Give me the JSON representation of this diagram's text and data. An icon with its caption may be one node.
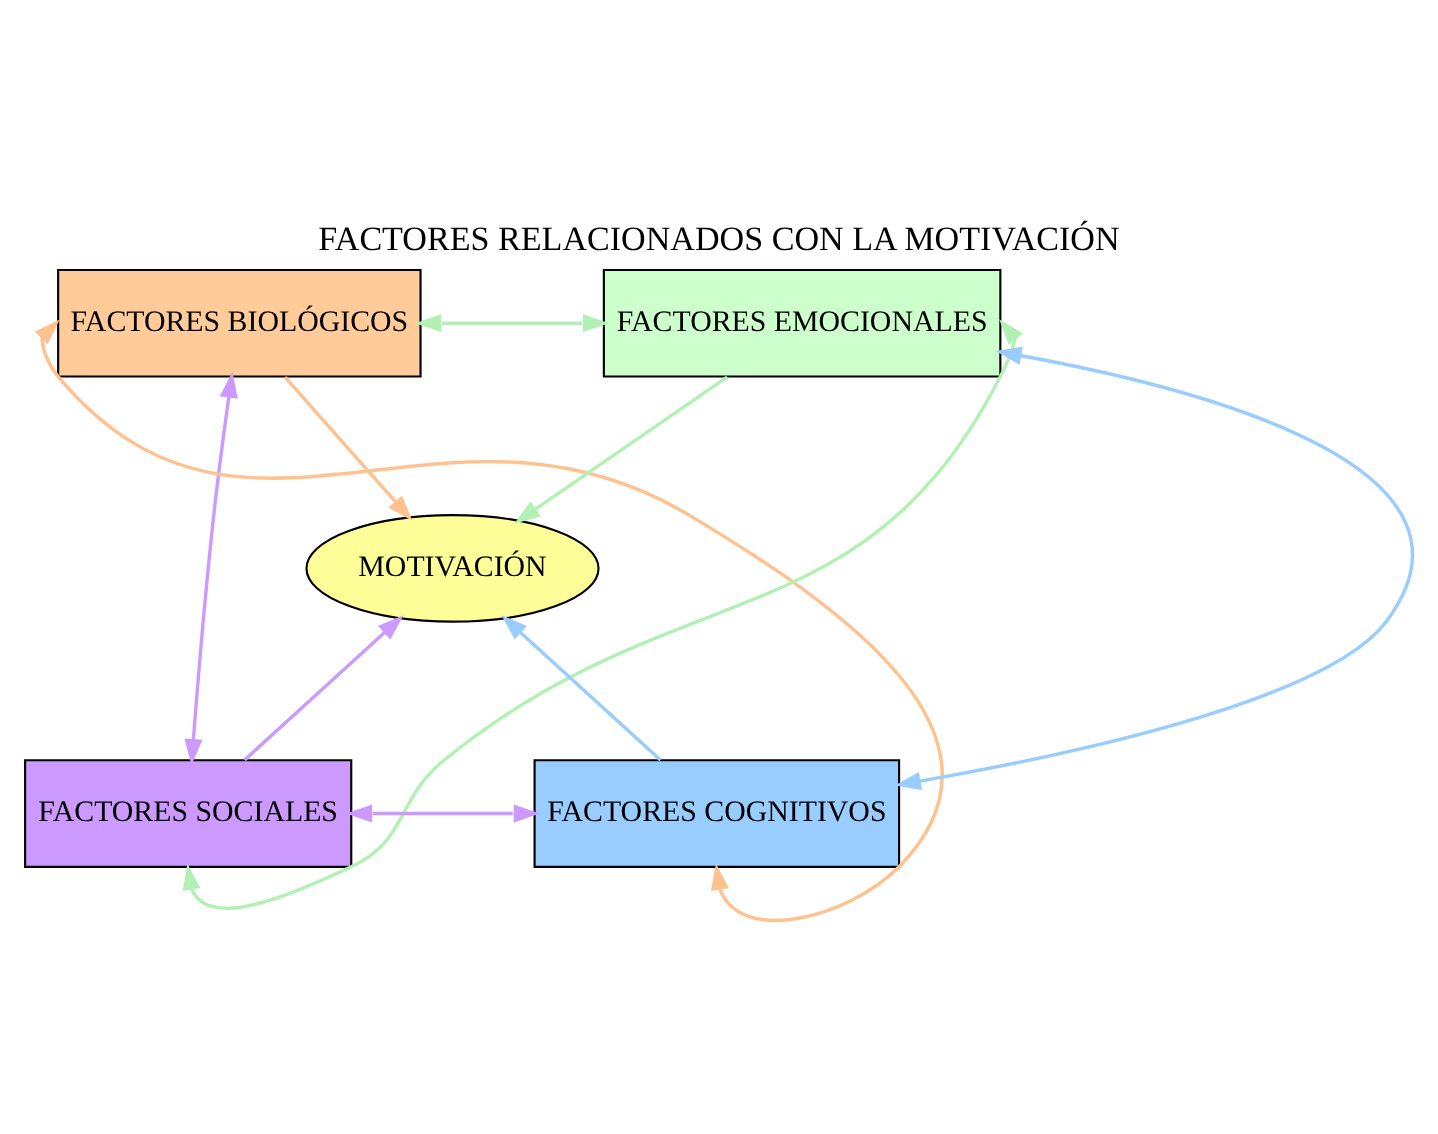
{
  "diagram": {
    "title": "FACTORES RELACIONADOS CON LA MOTIVACIÓN",
    "nodes": [
      {
        "text": [
          "FACTORES BIOLÓGICOS"
        ]
      },
      {
        "text": [
          "FACTORES EMOCIONALES"
        ]
      },
      {
        "text": [
          "MOTIVACIÓN"
        ]
      },
      {
        "text": [
          "FACTORES SOCIALES"
        ]
      },
      {
        "text": [
          "FACTORES COGNITIVOS"
        ]
      }
    ],
    "edges": [
      {
        "from": 0,
        "to": 1,
        "arrow": "both",
        "color": "#b3f0b3"
      },
      {
        "from": 0,
        "to": 2,
        "arrow": "to",
        "color": "#ffc28f"
      },
      {
        "from": 1,
        "to": 2,
        "arrow": "to",
        "color": "#b3f0b3"
      },
      {
        "from": 0,
        "to": 3,
        "arrow": "both",
        "color": "#cc99ff"
      },
      {
        "from": 1,
        "to": 4,
        "arrow": "both",
        "color": "#99ccff"
      },
      {
        "from": 3,
        "to": 2,
        "arrow": "to",
        "color": "#cc99ff"
      },
      {
        "from": 4,
        "to": 2,
        "arrow": "to",
        "color": "#99ccff"
      },
      {
        "from": 3,
        "to": 4,
        "arrow": "both",
        "color": "#cc99ff"
      },
      {
        "from": 0,
        "to": 4,
        "arrow": "both",
        "color": "#ffc28f"
      },
      {
        "from": 3,
        "to": 1,
        "arrow": "both",
        "color": "#b3f0b3"
      }
    ]
  }
}
